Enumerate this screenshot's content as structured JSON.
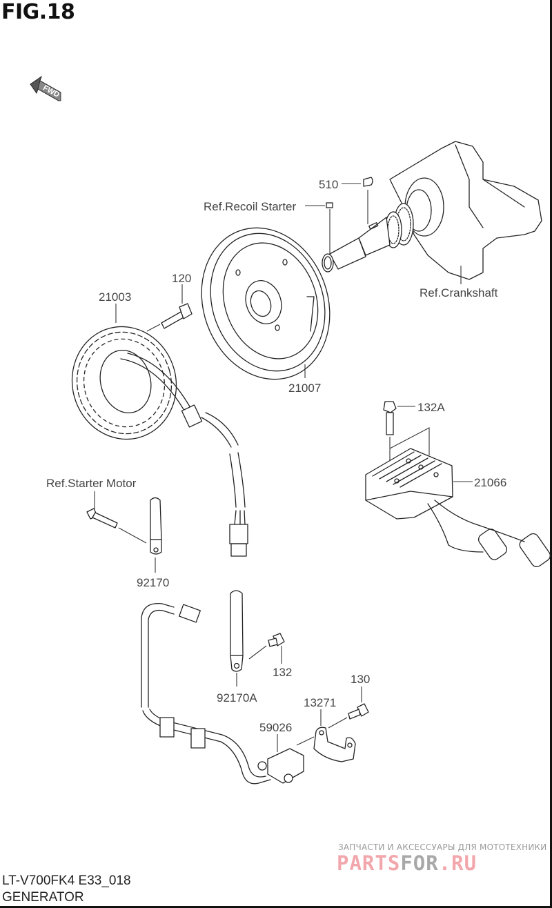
{
  "figure": {
    "number": "FIG.18",
    "direction_badge": "FWD",
    "direction_icon": "forward-arrow-icon"
  },
  "callouts": {
    "ref_recoil_starter": "Ref.Recoil Starter",
    "key_510": "510",
    "ref_crankshaft": "Ref.Crankshaft",
    "bolt_120": "120",
    "stator_21003": "21003",
    "rotor_21007": "21007",
    "bolt_132A": "132A",
    "regulator_21066": "21066",
    "ref_starter_motor": "Ref.Starter Motor",
    "lead_92170": "92170",
    "lead_92170A": "92170A",
    "bolt_132": "132",
    "bolt_130": "130",
    "clamp_13271": "13271",
    "sensor_59026": "59026"
  },
  "footer": {
    "model_code": "LT-V700FK4 E33_018",
    "section_title": "GENERATOR"
  },
  "watermark": {
    "tagline": "ЗАПЧАСТИ И АКСЕССУАРЫ ДЛЯ МОТОТЕХНИКИ",
    "logo_part1": "PARTS",
    "logo_part2": "FOR",
    "logo_part3": ".RU",
    "color_primary": "#f2a7ad",
    "color_secondary": "#a8a8a8"
  }
}
